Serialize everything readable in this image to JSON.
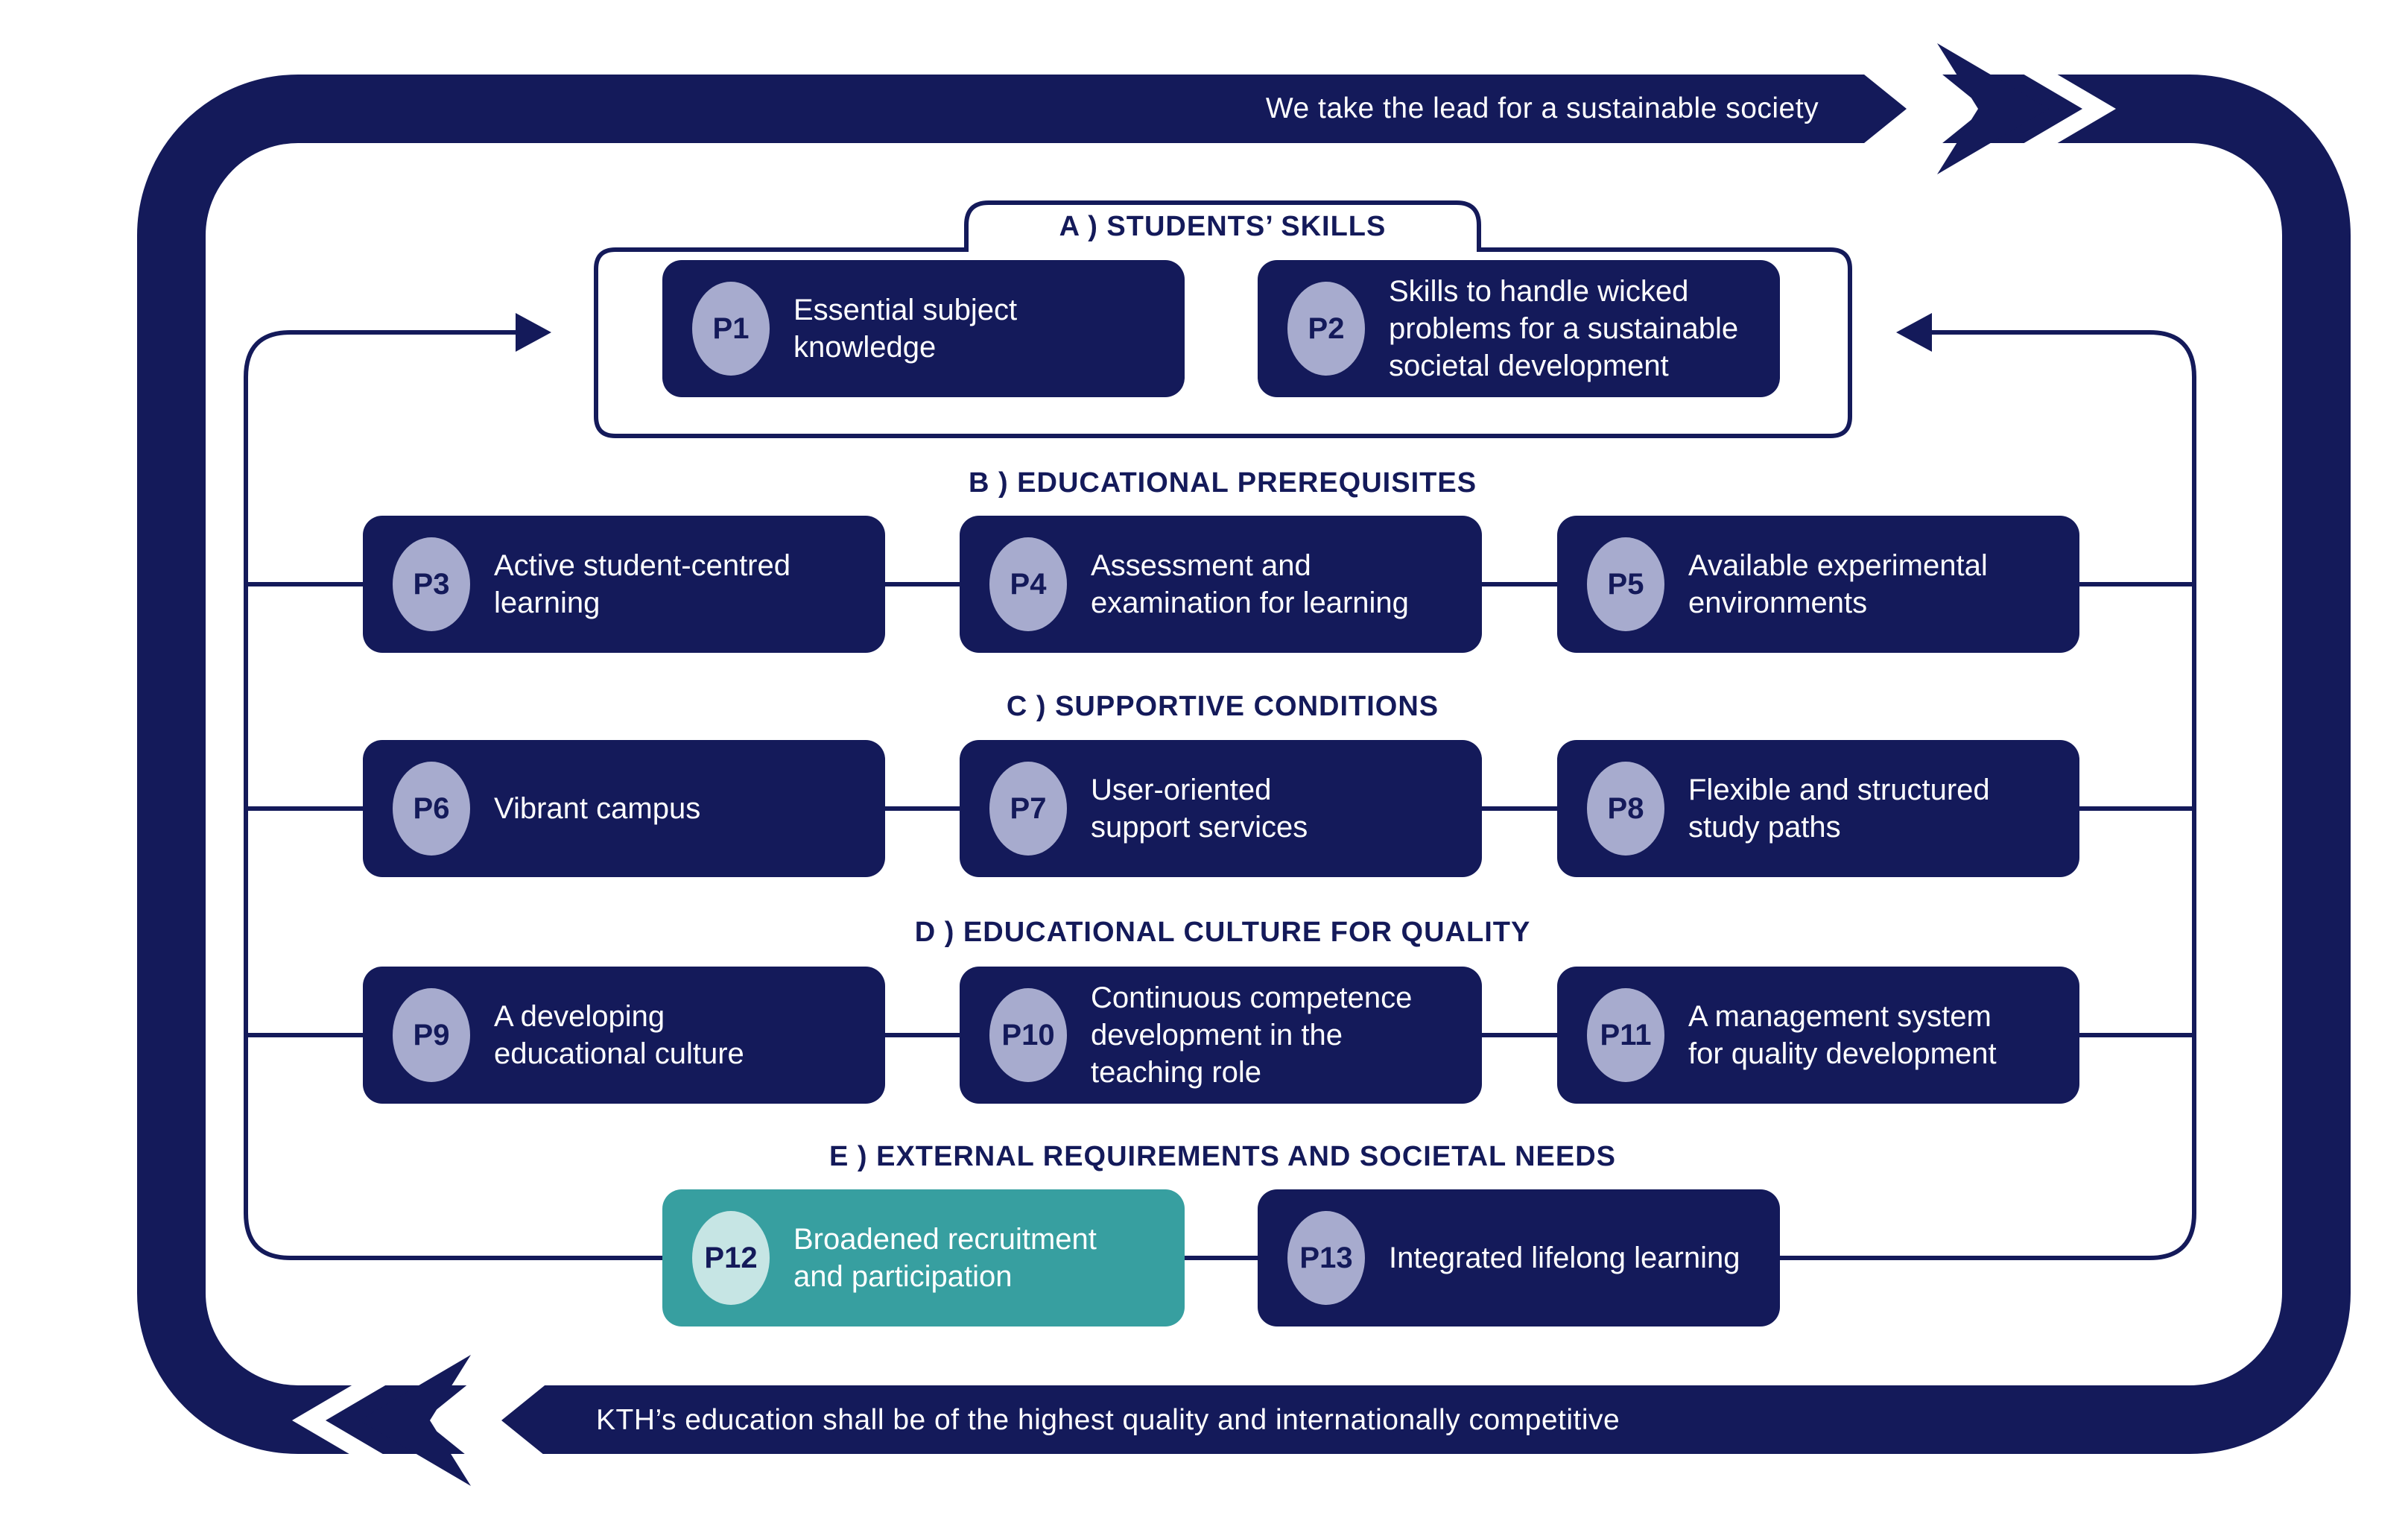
{
  "banners": {
    "top": "We take the lead for a sustainable society",
    "bottom": "KTH’s education shall be of the highest quality and internationally competitive"
  },
  "sections": [
    {
      "label": "A ) STUDENTS’ SKILLS"
    },
    {
      "label": "B ) EDUCATIONAL PREREQUISITES"
    },
    {
      "label": "C ) SUPPORTIVE CONDITIONS"
    },
    {
      "label": "D ) EDUCATIONAL CULTURE FOR QUALITY"
    },
    {
      "label": "E ) EXTERNAL REQUIREMENTS AND SOCIETAL NEEDS"
    }
  ],
  "boxes": [
    {
      "id": "P1",
      "label": "Essential subject knowledge"
    },
    {
      "id": "P2",
      "label": "Skills to handle wicked problems for a sustainable societal development"
    },
    {
      "id": "P3",
      "label": "Active student-centred learning"
    },
    {
      "id": "P4",
      "label": "Assessment and examination for learning"
    },
    {
      "id": "P5",
      "label": "Available experimental environments"
    },
    {
      "id": "P6",
      "label": "Vibrant campus"
    },
    {
      "id": "P7",
      "label": "User-oriented support services"
    },
    {
      "id": "P8",
      "label": "Flexible and structured study paths"
    },
    {
      "id": "P9",
      "label": "A developing educational culture"
    },
    {
      "id": "P10",
      "label": "Continuous competence development in the teaching role"
    },
    {
      "id": "P11",
      "label": "A management system for quality development"
    },
    {
      "id": "P12",
      "label": "Broadened recruitment and participation"
    },
    {
      "id": "P13",
      "label": "Integrated lifelong learning"
    }
  ],
  "colors": {
    "navy": "#141A5A",
    "lavender": "#A7ABCE",
    "teal": "#379FA0",
    "teal_light": "#C6E5E4",
    "white": "#FFFFFF"
  }
}
